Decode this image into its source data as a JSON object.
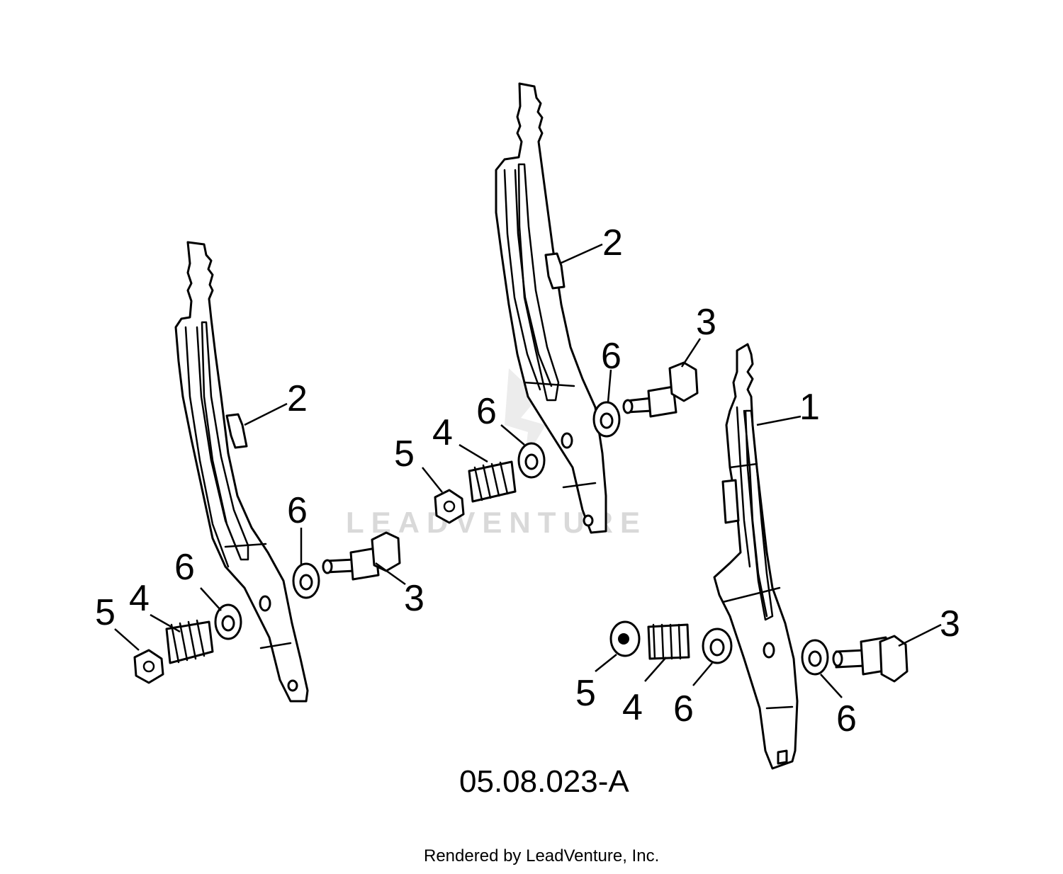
{
  "diagram": {
    "drawing_code": "05.08.023-A",
    "watermark": "LEADVENTURE",
    "credit": "Rendered by LeadVenture, Inc.",
    "callouts": [
      {
        "id": "c-left-2",
        "label": "2"
      },
      {
        "id": "c-left-6a",
        "label": "6"
      },
      {
        "id": "c-left-3",
        "label": "3"
      },
      {
        "id": "c-left-6b",
        "label": "6"
      },
      {
        "id": "c-left-4",
        "label": "4"
      },
      {
        "id": "c-left-5",
        "label": "5"
      },
      {
        "id": "c-mid-2",
        "label": "2"
      },
      {
        "id": "c-mid-3",
        "label": "3"
      },
      {
        "id": "c-mid-6a",
        "label": "6"
      },
      {
        "id": "c-mid-6b",
        "label": "6"
      },
      {
        "id": "c-mid-4",
        "label": "4"
      },
      {
        "id": "c-mid-5",
        "label": "5"
      },
      {
        "id": "c-right-1",
        "label": "1"
      },
      {
        "id": "c-right-3",
        "label": "3"
      },
      {
        "id": "c-right-5",
        "label": "5"
      },
      {
        "id": "c-right-4",
        "label": "4"
      },
      {
        "id": "c-right-6a",
        "label": "6"
      },
      {
        "id": "c-right-6b",
        "label": "6"
      }
    ]
  }
}
